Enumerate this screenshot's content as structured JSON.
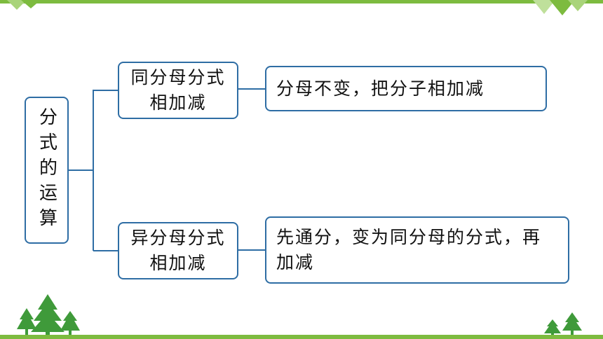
{
  "diagram": {
    "root": {
      "label": "分式的运算"
    },
    "branches": [
      {
        "label": "同分母分式相加减",
        "rule": "分母不变，把分子相加减"
      },
      {
        "label": "异分母分式相加减",
        "rule": "先通分，变为同分母的分式，再加减"
      }
    ]
  },
  "colors": {
    "accent_green": "#7dbb3f",
    "tree_green": "#3f9a3a",
    "box_border": "#2e6da4",
    "connector": "#2e6da4"
  }
}
